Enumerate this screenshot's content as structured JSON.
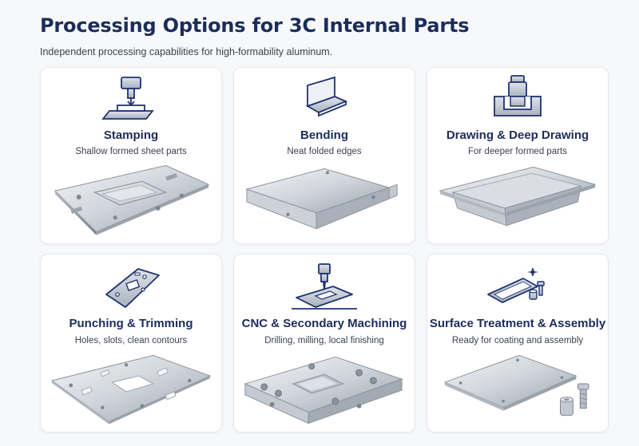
{
  "header": {
    "title": "Processing Options for 3C Internal Parts",
    "subtitle": "Independent processing capabilities for high-formability aluminum."
  },
  "cards": [
    {
      "name": "Stamping",
      "description": "Shallow formed sheet parts",
      "icon": "stamping-press-icon"
    },
    {
      "name": "Bending",
      "description": "Neat folded edges",
      "icon": "bent-sheet-icon"
    },
    {
      "name": "Drawing & Deep Drawing",
      "description": "For deeper formed parts",
      "icon": "deep-drawing-die-icon"
    },
    {
      "name": "Punching & Trimming",
      "description": "Holes, slots, clean contours",
      "icon": "punched-plate-icon"
    },
    {
      "name": "CNC & Secondary Machining",
      "description": "Drilling, milling, local finishing",
      "icon": "cnc-spindle-icon"
    },
    {
      "name": "Surface Treatment & Assembly",
      "description": "Ready for coating and assembly",
      "icon": "plate-and-fasteners-icon"
    }
  ],
  "colors": {
    "title": "#1c2d5a",
    "icon_stroke": "#1f3370",
    "metal_light": "#e8ebef",
    "metal_mid": "#c4cad2",
    "metal_dark": "#8c949e"
  }
}
